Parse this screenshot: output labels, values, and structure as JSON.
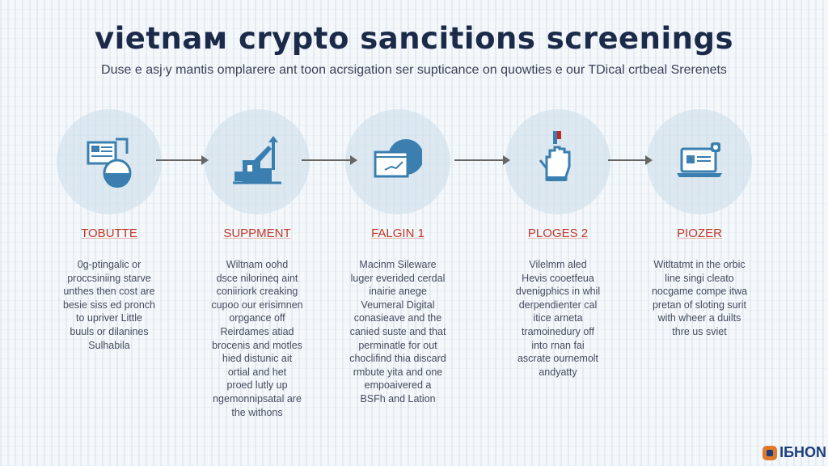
{
  "title": "vietnaм crypto sancitions screenings",
  "subtitle": "Duse e asjۥy mantis omplarere ant toon acrsigation ser supticance on quowties e our TDical crtbeal Srerenets",
  "colors": {
    "accent": "#3a7fb0",
    "heading": "#c0392b",
    "title": "#1c2a4a"
  },
  "steps": [
    {
      "icon": "document-database-icon",
      "heading": "TOBUTTE",
      "lines": [
        "0g-ptingalic or",
        "proccsiniing starve",
        "unthes then cost are",
        "besie siss ed pronch",
        "to upriver Little",
        "buuls or dilanines",
        "Sulhabila"
      ]
    },
    {
      "icon": "factory-icon",
      "heading": "SUPPMENT",
      "lines": [
        "Wiltnam oohd",
        "dsce nilorineq aint",
        "coniiriork creaking",
        "cupoo our erisimnen",
        "orpgance off",
        "Reirdames atiad",
        "brocenis and motles",
        "hied distunic ait",
        "ortial and het",
        "proed lutly up",
        "ngemonnipsatal are",
        "the withons"
      ]
    },
    {
      "icon": "folder-chart-icon",
      "heading": "FALGIN 1",
      "lines": [
        "Macinm Sileware",
        "luger everided cerdal",
        "inairie anege",
        "Veumeral Digital",
        "conasieave and the",
        "canied suste and that",
        "perminatle for out",
        "choclifind thia discard",
        "rmbute yita and one",
        "empoaivered a",
        "BSFh and Lation"
      ]
    },
    {
      "icon": "hand-stop-icon",
      "heading": "PLOGES 2",
      "lines": [
        "Vilelmm aled",
        "Hevis cooetfeua",
        "dvenigphics in whil",
        "derpendienter cal",
        "itice arneta",
        "tramoinedury off",
        "into rnan fai",
        "ascrate ournemolt",
        "andyatty"
      ]
    },
    {
      "icon": "laptop-icon",
      "heading": "PIOZER",
      "lines": [
        "Witltatmt in the orbic",
        "line singi cleato",
        "nocgame compe itwa",
        "pretan of sloting surit",
        "with wheer a duilts",
        "thre us sviet"
      ]
    }
  ],
  "logo_text": "IБHON"
}
